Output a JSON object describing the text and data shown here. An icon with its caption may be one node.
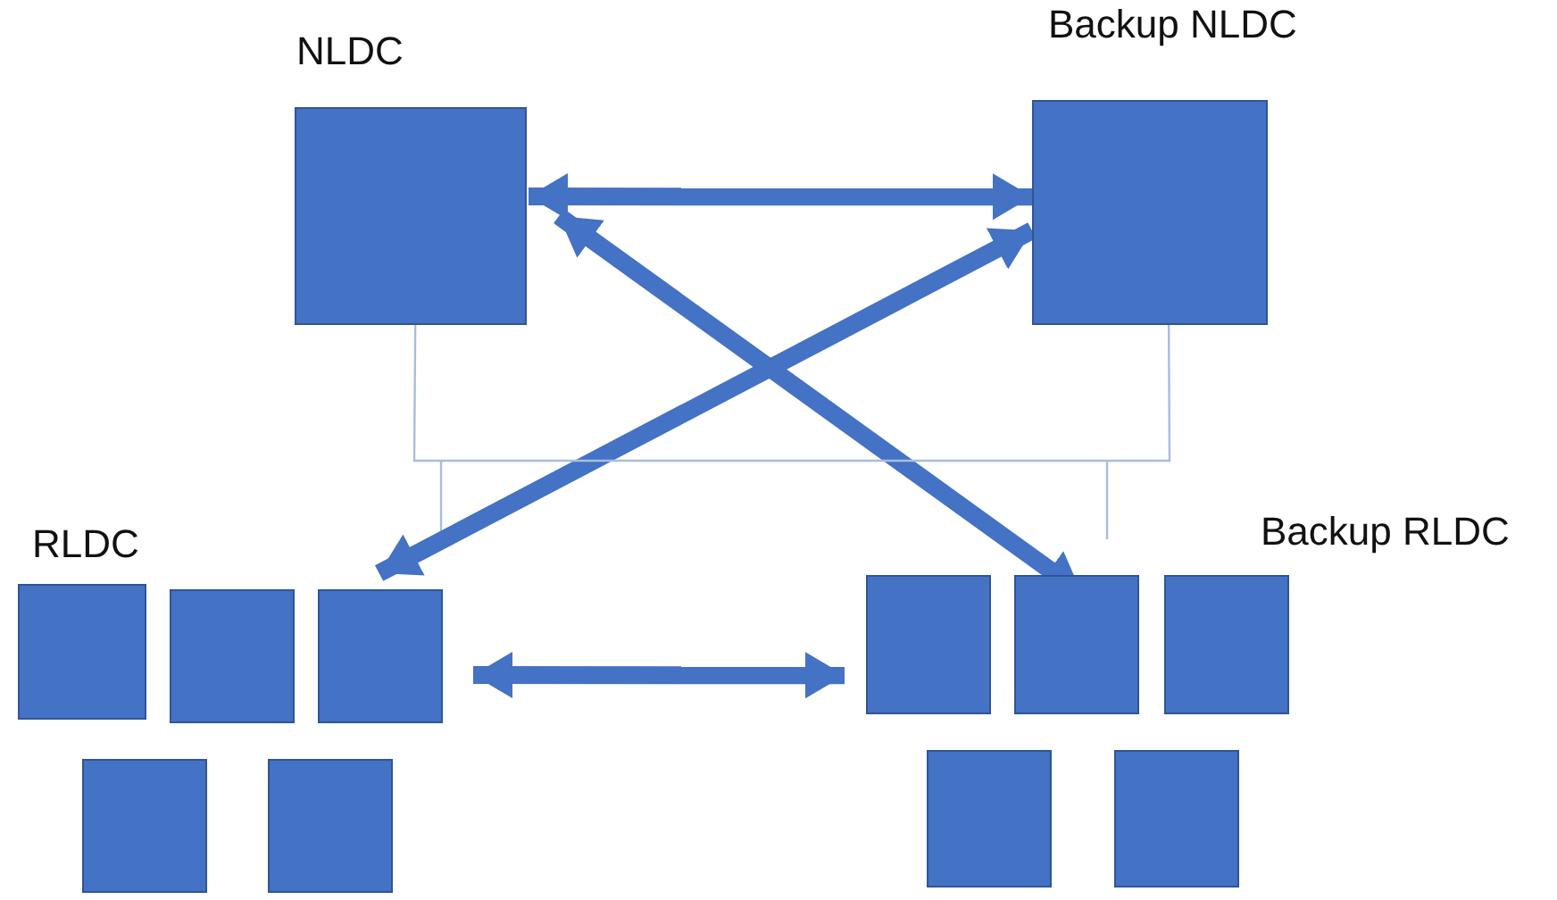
{
  "diagram": {
    "nodes": [
      {
        "text": [
          "NLDC"
        ]
      },
      {
        "text": [
          "Backup NLDC"
        ]
      },
      {
        "text": [],
        "shape": "box"
      },
      {
        "text": [],
        "shape": "box"
      },
      {
        "text": [],
        "shape": "box"
      },
      {
        "text": [],
        "shape": "box"
      },
      {
        "text": [],
        "shape": "box"
      },
      {
        "text": [],
        "shape": "box"
      },
      {
        "text": [],
        "shape": "box"
      },
      {
        "text": [],
        "shape": "box"
      },
      {
        "text": [],
        "shape": "box"
      },
      {
        "text": [],
        "shape": "box"
      }
    ],
    "edges": [
      {
        "from": 0,
        "to": 1,
        "arrow": "both"
      },
      {
        "from": 1,
        "to": 4,
        "arrow": "both"
      },
      {
        "from": 0,
        "to": 8,
        "arrow": "both"
      },
      {
        "from": 4,
        "to": 7,
        "arrow": "both"
      },
      {
        "from": 0,
        "to": 1,
        "arrow": "none",
        "color": "#a9bcdf"
      }
    ],
    "labels": [
      "RLDC",
      "Backup RLDC"
    ]
  }
}
